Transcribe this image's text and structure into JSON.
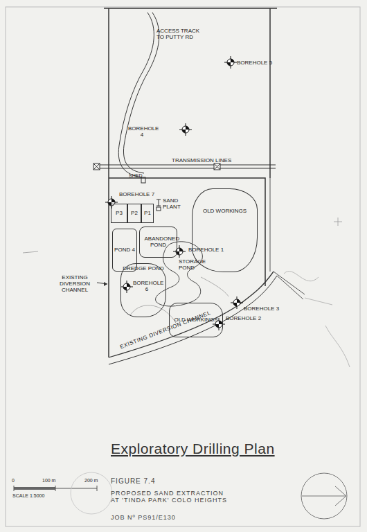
{
  "diagram": {
    "title": "Exploratory Drilling Plan",
    "nodes": [
      {
        "text": [
          "P3"
        ]
      },
      {
        "text": [
          "P2"
        ]
      },
      {
        "text": [
          "P1"
        ]
      },
      {
        "text": [
          "OLD WORKINGS"
        ]
      },
      {
        "text": [
          "POND 4"
        ]
      },
      {
        "text": [
          "ABANDONED POND"
        ]
      },
      {
        "text": [
          "DREDGE POND"
        ]
      },
      {
        "text": [
          "OLD WORKINGS"
        ]
      }
    ],
    "edges": [],
    "labels": [
      "ACCESS TRACK TO PUTTY RD",
      "BOREHOLE 5",
      "BOREHOLE 4",
      "TRANSMISSION LINES",
      "SHED",
      "BOREHOLE 7",
      "SAND PLANT",
      "BOREHOLE 1",
      "STORAGE POND",
      "EXISTING DIVERSION CHANNEL",
      "BOREHOLE 6",
      "BOREHOLE 3",
      "BOREHOLE 2",
      "EXISTING DIVERSION CHANNEL",
      "0",
      "100 m",
      "200 m",
      "SCALE 1:5000",
      "FIGURE 7.4",
      "PROPOSED SAND EXTRACTION AT 'TINDA PARK' COLO HEIGHTS",
      "JOB Nº PS91/E130"
    ]
  }
}
